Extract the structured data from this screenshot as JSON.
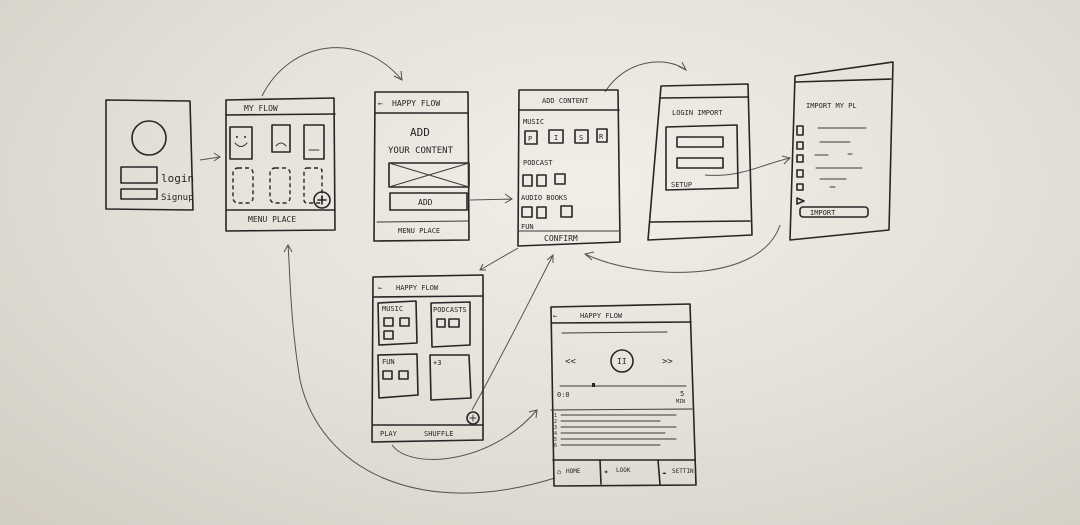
{
  "login_screen": {
    "login": "login",
    "signup": "Signup"
  },
  "my_flow": {
    "title": "My Flow",
    "footer": "Menu Place"
  },
  "add_screen": {
    "title": "Happy Flow",
    "heading_1": "Add",
    "heading_2": "Your Content",
    "add_button": "Add",
    "footer": "Menu Place"
  },
  "add_content": {
    "title": "Add Content",
    "sections": [
      "Music",
      "Podcast",
      "Audio Books",
      "Fun"
    ],
    "music_items": [
      "P",
      "I",
      "S",
      "R"
    ],
    "confirm": "Confirm"
  },
  "login_import": {
    "title": "Login Import",
    "setup": "Setup"
  },
  "import_pl": {
    "title": "Import My PL",
    "import_button": "Import"
  },
  "flow_grid": {
    "title": "Happy Flow",
    "cards": [
      "Music",
      "Podcasts",
      "Fun",
      "+3"
    ],
    "play": "Play",
    "shuffle": "Shuffle"
  },
  "player": {
    "title": "Happy Flow",
    "prev": "<<",
    "pause": "II",
    "next": ">>",
    "start_time": "0:0",
    "end_time_1": "5",
    "end_time_2": "min",
    "track_numbers": [
      "1",
      "2",
      "3",
      "4",
      "5",
      "6"
    ],
    "tabs": [
      "Home",
      "Look",
      "Settin"
    ]
  },
  "colors": {
    "ink": "#262626",
    "board": "#e6e2da"
  }
}
